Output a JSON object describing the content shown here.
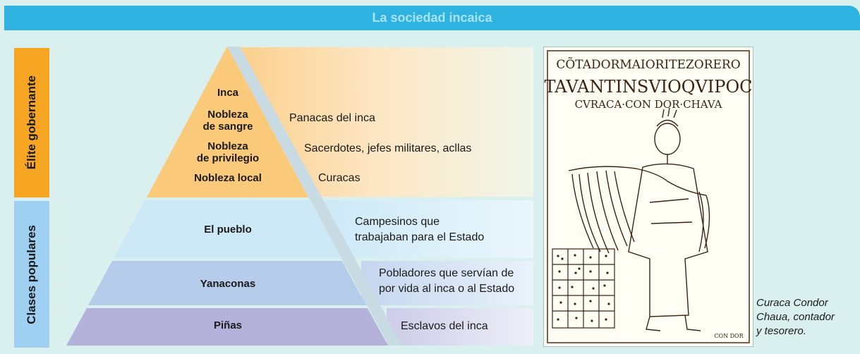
{
  "header": {
    "title": "La sociedad incaica"
  },
  "side_labels": {
    "elite": "Élite gobernante",
    "popular": "Clases populares"
  },
  "pyramid": {
    "levels": [
      {
        "name": "Inca"
      },
      {
        "name_line1": "Nobleza",
        "name_line2": "de sangre",
        "description": "Panacas del inca"
      },
      {
        "name_line1": "Nobleza",
        "name_line2": "de privilegio",
        "description": "Sacerdotes, jefes militares, acllas"
      },
      {
        "name": "Nobleza local",
        "description": "Curacas"
      },
      {
        "name": "El pueblo",
        "description_line1": "Campesinos que",
        "description_line2": "trabajaban para el Estado"
      },
      {
        "name": "Yanaconas",
        "description_line1": "Pobladores que servían de",
        "description_line2": "por vida al inca o al Estado"
      },
      {
        "name": "Piñas",
        "description": "Esclavos del inca"
      }
    ]
  },
  "illustration": {
    "line1": "CÕTADORMAIORITEZORERO",
    "line2": "TAVANTINSVIOQVIPOC",
    "line3": "CVRACA·CON DOR·CHAVA",
    "signature": "CON DOR"
  },
  "caption": {
    "line1": "Curaca Condor",
    "line2": "Chaua, contador",
    "line3": "y tesorero."
  },
  "colors": {
    "header": "#2eb2e0",
    "elite": "#f7a623",
    "popular": "#9fd0f2",
    "top_tier": "#fbc97a",
    "pueblo": "#cde9f7",
    "yanaconas": "#b6cceb",
    "pinas": "#b4b1db"
  }
}
